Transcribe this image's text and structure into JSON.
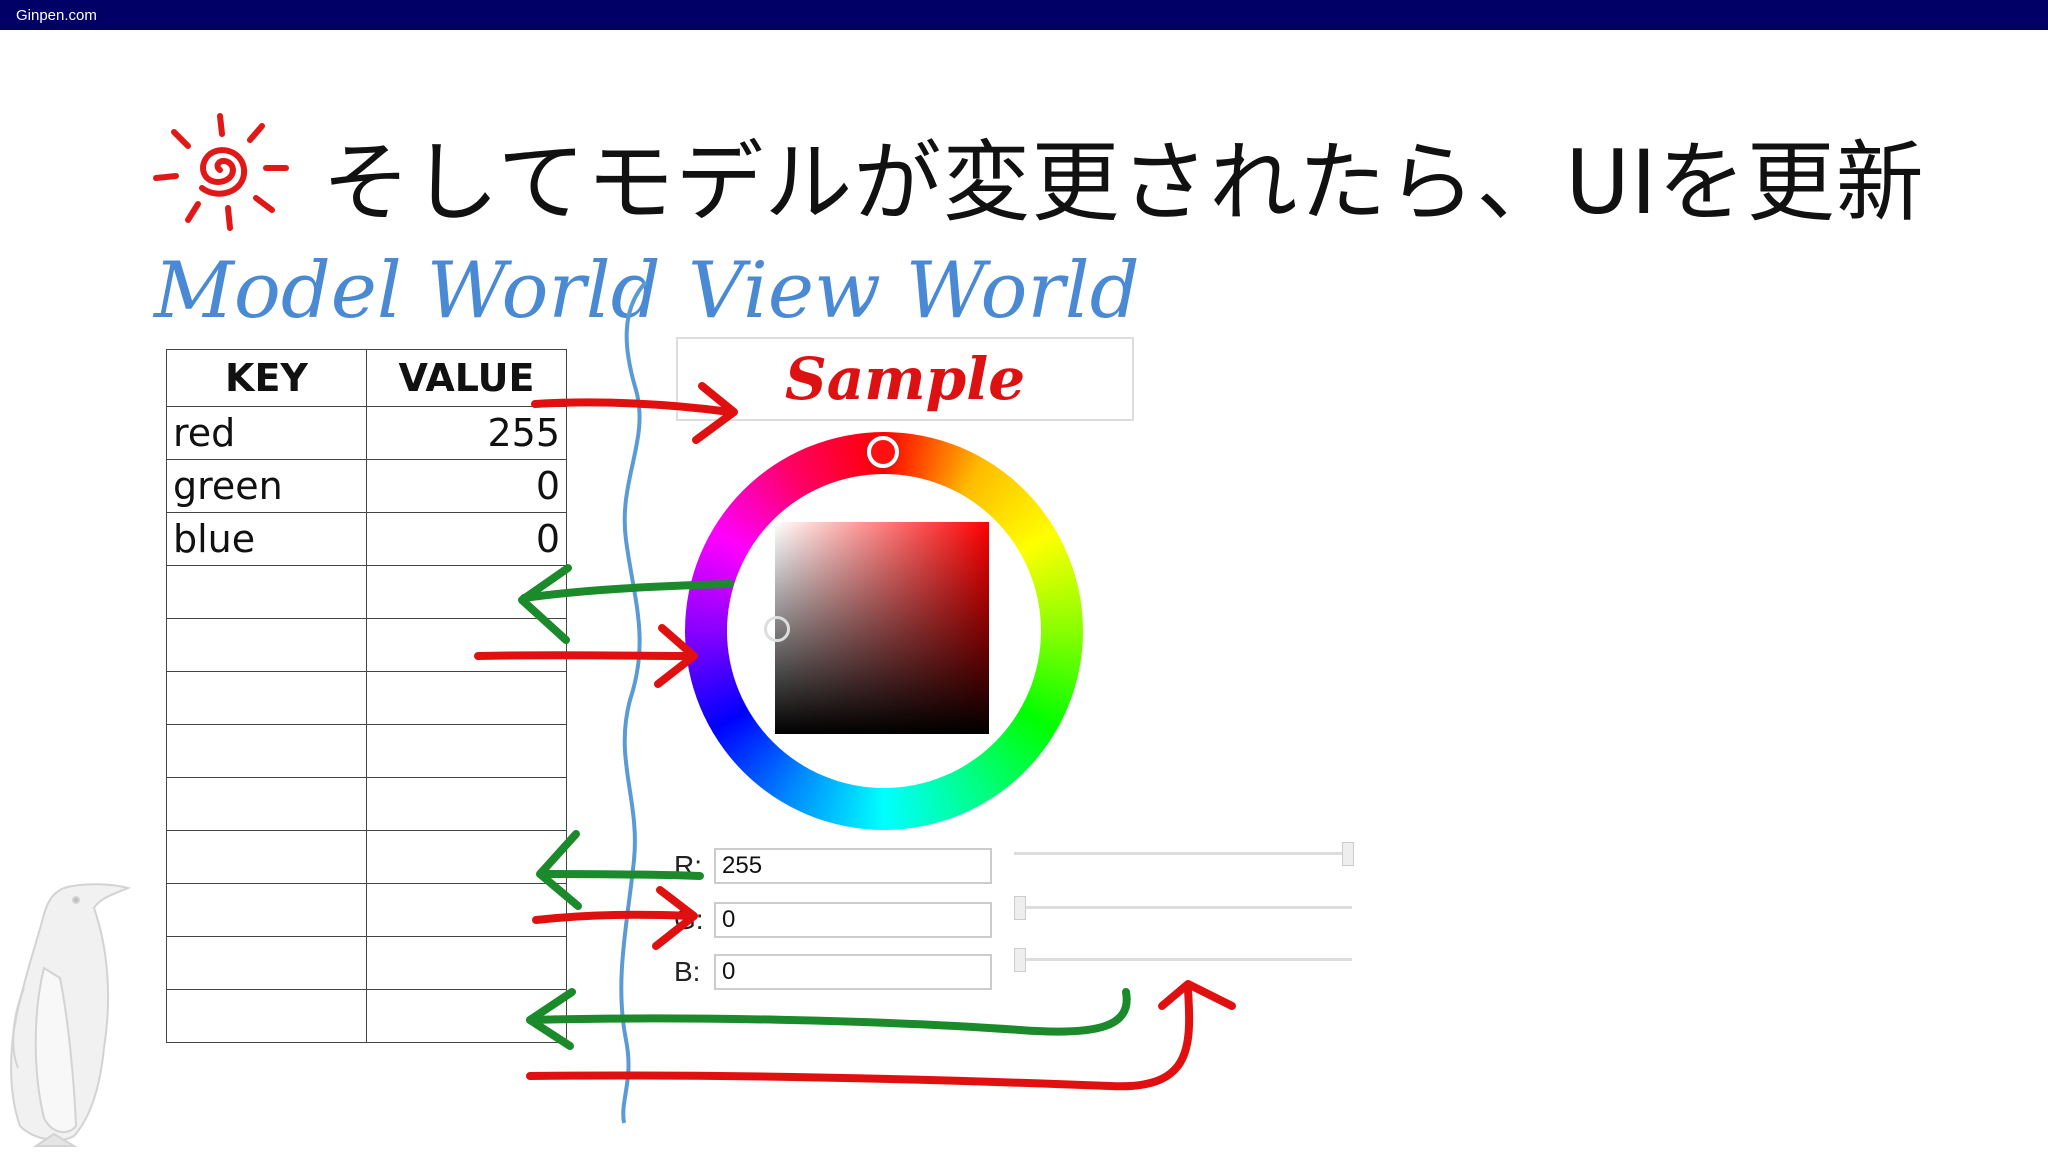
{
  "site": "Ginpen.com",
  "headline": "そしてモデルが変更されたら、UIを更新",
  "model_world": "Model World",
  "view_world": "View World",
  "table": {
    "headers": [
      "KEY",
      "VALUE"
    ],
    "rows": [
      {
        "key": "red",
        "value": "255"
      },
      {
        "key": "green",
        "value": "0"
      },
      {
        "key": "blue",
        "value": "0"
      },
      {
        "key": "",
        "value": ""
      },
      {
        "key": "",
        "value": ""
      },
      {
        "key": "",
        "value": ""
      },
      {
        "key": "",
        "value": ""
      },
      {
        "key": "",
        "value": ""
      },
      {
        "key": "",
        "value": ""
      },
      {
        "key": "",
        "value": ""
      },
      {
        "key": "",
        "value": ""
      },
      {
        "key": "",
        "value": ""
      }
    ]
  },
  "sample_text": "Sample",
  "color_controls": {
    "r_label": "R:",
    "r_value": "255",
    "g_label": "G:",
    "g_value": "0",
    "b_label": "B:",
    "b_value": "0",
    "r_slider": 1.0,
    "g_slider": 0.0,
    "b_slider": 0.0
  },
  "colors": {
    "topbar": "#000066",
    "sample_text": "#dd1111",
    "handwriting": "#4a8ad4",
    "arrow_red": "#e01010",
    "arrow_green": "#1a8a2a"
  },
  "icons": {
    "sun": "sun-icon",
    "penguin": "penguin-icon"
  }
}
